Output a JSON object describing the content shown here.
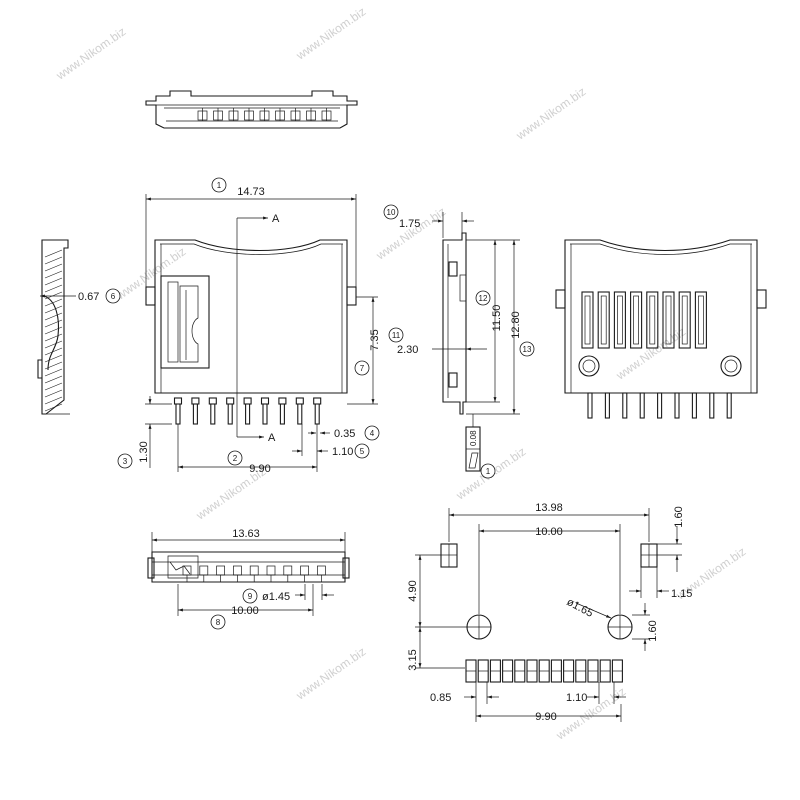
{
  "watermark": "www.Nikom.biz",
  "views": {
    "front": {
      "overall_width": "14.73",
      "pitch_span": "9.90",
      "height": "7.35",
      "pin_length": "1.30",
      "pin_width": "0.35",
      "pin_pitch": "1.10",
      "section": "A",
      "callouts": {
        "overall_width": "1",
        "pitch_span": "2",
        "pin_length": "3",
        "pin_width": "4",
        "pin_pitch": "5",
        "height": "7"
      }
    },
    "left_section": {
      "thickness": "0.67",
      "callout": "6"
    },
    "side": {
      "top_offset": "1.75",
      "inner_height": "11.50",
      "outer_height": "12.80",
      "pin_height": "2.30",
      "flatness": "0.08",
      "callouts": {
        "top_offset": "10",
        "inner_height": "12",
        "outer_height": "13",
        "pin_height": "11",
        "flatness": "1"
      }
    },
    "bottom": {
      "overall_width": "13.63",
      "post_span": "10.00",
      "post_diameter": "ø1.45",
      "callouts": {
        "post_span": "8",
        "post_diameter": "9"
      }
    },
    "footprint": {
      "overall_width": "13.98",
      "hole_span": "10.00",
      "pad_height": "1.60",
      "pad_width": "1.15",
      "hole_diameter": "ø1.65",
      "hole_pad": "1.60",
      "pad_offset": "4.90",
      "row_offset": "3.15",
      "pin_width": "0.85",
      "pin_pitch": "1.10",
      "row_span": "9.90"
    }
  }
}
